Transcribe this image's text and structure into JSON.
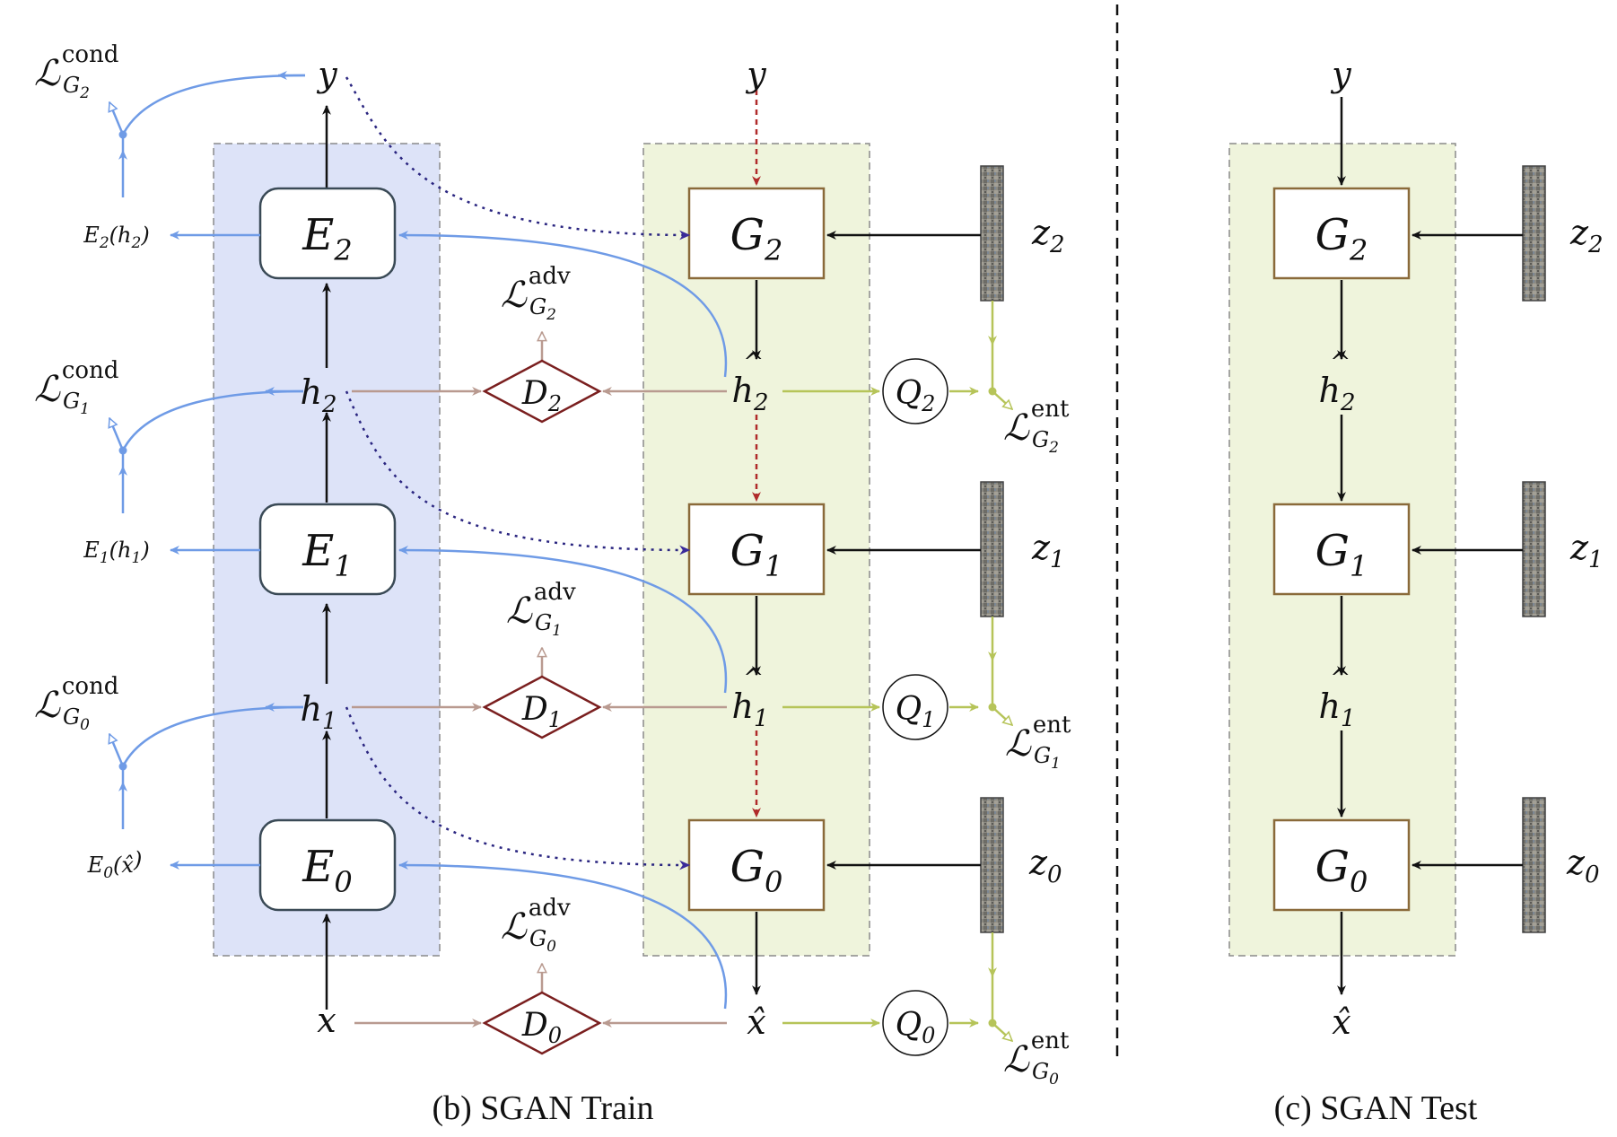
{
  "captions": {
    "train": "(b) SGAN Train",
    "test": "(c) SGAN Test"
  },
  "encoders": [
    {
      "base": "E",
      "sub": "2"
    },
    {
      "base": "E",
      "sub": "1"
    },
    {
      "base": "E",
      "sub": "0"
    }
  ],
  "generators": [
    {
      "base": "G",
      "sub": "2"
    },
    {
      "base": "G",
      "sub": "1"
    },
    {
      "base": "G",
      "sub": "0"
    }
  ],
  "discriminators": [
    {
      "base": "D",
      "sub": "2"
    },
    {
      "base": "D",
      "sub": "1"
    },
    {
      "base": "D",
      "sub": "0"
    }
  ],
  "q_nets": [
    {
      "base": "Q",
      "sub": "2"
    },
    {
      "base": "Q",
      "sub": "1"
    },
    {
      "base": "Q",
      "sub": "0"
    }
  ],
  "noise": [
    {
      "base": "z",
      "sub": "2"
    },
    {
      "base": "z",
      "sub": "1"
    },
    {
      "base": "z",
      "sub": "0"
    }
  ],
  "features": {
    "y": "y",
    "x": "x",
    "x_hat": "x̂",
    "h": [
      {
        "base": "h",
        "sub": "2"
      },
      {
        "base": "h",
        "sub": "1"
      }
    ],
    "h_hat": [
      {
        "base": "h",
        "sub": "2"
      },
      {
        "base": "h",
        "sub": "1"
      }
    ]
  },
  "encoder_outputs": [
    {
      "pre": "E",
      "sub": "2",
      "arg": "(h",
      "argsub": "2",
      "post": ")"
    },
    {
      "pre": "E",
      "sub": "1",
      "arg": "(h",
      "argsub": "1",
      "post": ")"
    },
    {
      "pre": "E",
      "sub": "0",
      "arg": "(x̂",
      "argsub": "",
      "post": ")"
    }
  ],
  "losses": {
    "symbol": "ℒ",
    "cond": [
      {
        "sup": "cond",
        "sub": "G",
        "subsub": "2"
      },
      {
        "sup": "cond",
        "sub": "G",
        "subsub": "1"
      },
      {
        "sup": "cond",
        "sub": "G",
        "subsub": "0"
      }
    ],
    "adv": [
      {
        "sup": "adv",
        "sub": "G",
        "subsub": "2"
      },
      {
        "sup": "adv",
        "sub": "G",
        "subsub": "1"
      },
      {
        "sup": "adv",
        "sub": "G",
        "subsub": "0"
      }
    ],
    "ent": [
      {
        "sup": "ent",
        "sub": "G",
        "subsub": "2"
      },
      {
        "sup": "ent",
        "sub": "G",
        "subsub": "1"
      },
      {
        "sup": "ent",
        "sub": "G",
        "subsub": "0"
      }
    ]
  },
  "colors": {
    "encoder_panel": "#dde3f8",
    "generator_panel": "#eff4dc",
    "cond_flow": "#6f9be6",
    "adv_flow": "#b99a90",
    "entropy_flow": "#b6c459",
    "top_down": "#b02a2a",
    "skip": "#2a2580",
    "generator_box": "#8a6a3a",
    "discriminator_box": "#7a1f1f",
    "main_flow": "#111111"
  }
}
